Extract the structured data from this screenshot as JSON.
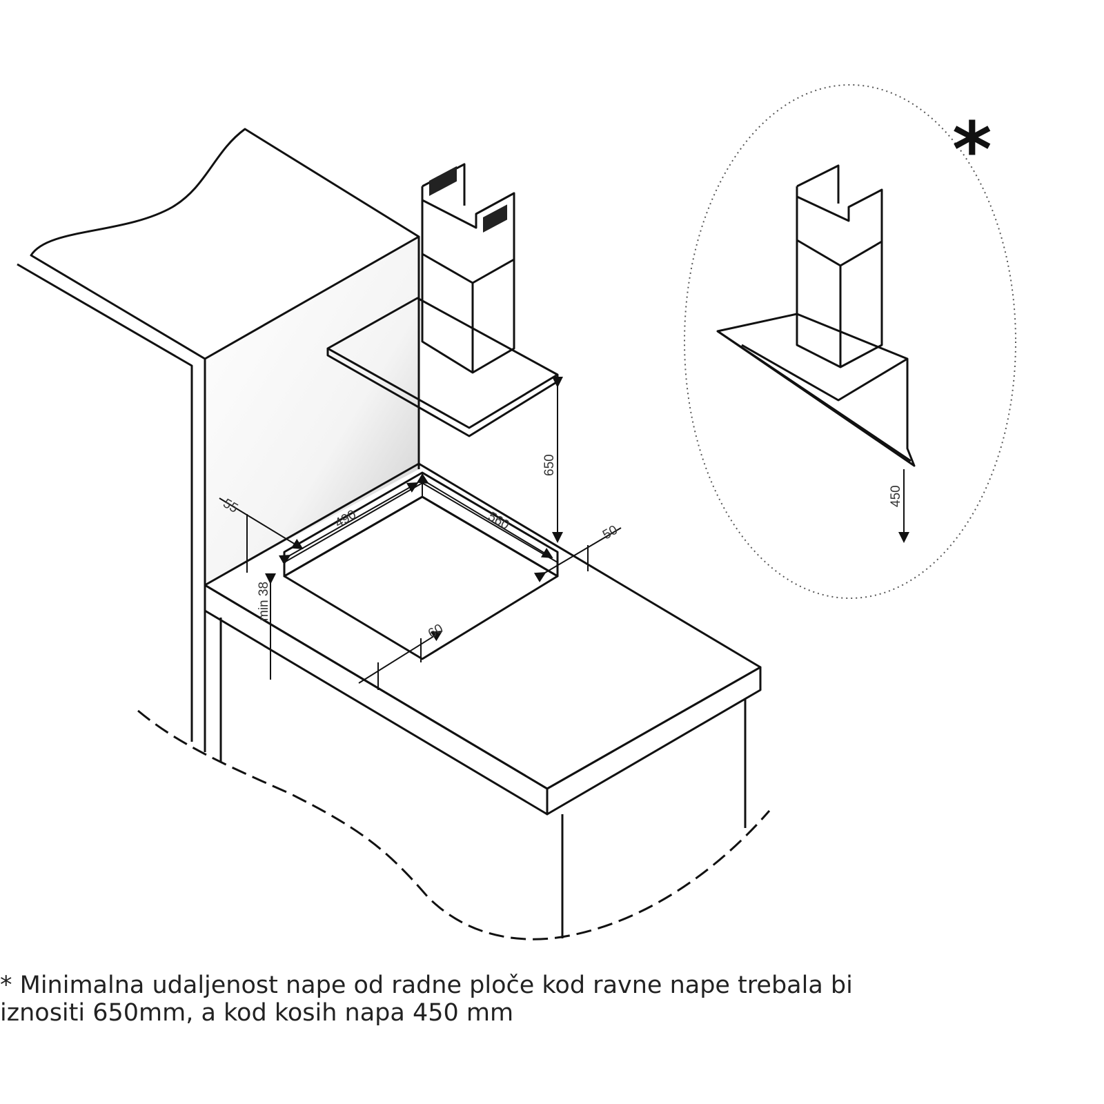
{
  "dimensions": {
    "side_margin": "55",
    "cutout_depth": "490",
    "cutout_width": "560",
    "back_margin": "50",
    "hood_height_flat": "650",
    "worktop_thickness": "min 38",
    "front_margin": "60",
    "hood_height_slanted": "450"
  },
  "inset_marker": "*",
  "caption": {
    "line1": "* Minimalna udaljenost nape od radne ploče kod ravne nape trebala bi",
    "line2": "iznositi 650mm, a kod kosih napa 450 mm"
  }
}
